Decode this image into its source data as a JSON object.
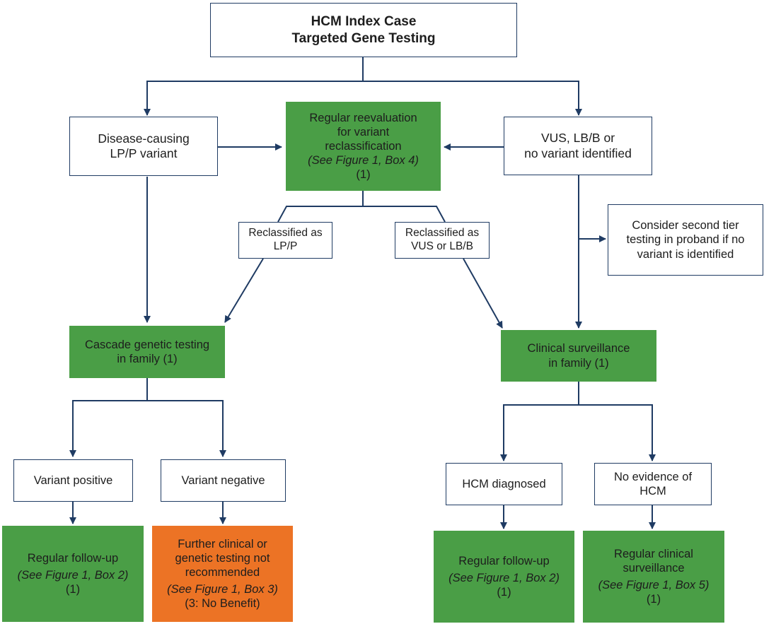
{
  "colors": {
    "green_box": "#4a9e46",
    "orange_box": "#ec7325",
    "connector": "#1f3b63"
  },
  "boxes": {
    "index_case": {
      "line1": "HCM Index Case",
      "line2": "Targeted Gene Testing"
    },
    "disease_causing": {
      "line1": "Disease-causing",
      "line2": "LP/P variant"
    },
    "reevaluation": {
      "line1": "Regular reevaluation",
      "line2": "for variant",
      "line3": "reclassification",
      "ref": "(See Figure 1, Box 4)",
      "cor": "(1)"
    },
    "vus": {
      "line1": "VUS, LB/B or",
      "line2": "no variant identified"
    },
    "reclass_lpp": {
      "line1": "Reclassified as",
      "line2": "LP/P"
    },
    "reclass_vus": {
      "line1": "Reclassified as",
      "line2": "VUS or LB/B"
    },
    "second_tier": {
      "line1": "Consider second tier",
      "line2": "testing in proband if no",
      "line3": "variant is identified"
    },
    "cascade": {
      "line1": "Cascade genetic testing",
      "line2": "in family (1)"
    },
    "clinical_surveillance": {
      "line1": "Clinical surveillance",
      "line2": "in family (1)"
    },
    "variant_positive": {
      "line1": "Variant positive"
    },
    "variant_negative": {
      "line1": "Variant negative"
    },
    "hcm_diagnosed": {
      "line1": "HCM diagnosed"
    },
    "no_evidence": {
      "line1": "No evidence of",
      "line2": "HCM"
    },
    "followup_left": {
      "line1": "Regular follow-up",
      "ref": "(See Figure 1, Box 2)",
      "cor": "(1)"
    },
    "further_testing": {
      "line1": "Further clinical or",
      "line2": "genetic testing not",
      "line3": "recommended",
      "ref": "(See Figure 1, Box 3)",
      "cor": "(3: No Benefit)"
    },
    "followup_right": {
      "line1": "Regular follow-up",
      "ref": "(See Figure 1, Box 2)",
      "cor": "(1)"
    },
    "regular_clinical": {
      "line1": "Regular clinical",
      "line2": "surveillance",
      "ref": "(See Figure 1, Box 5)",
      "cor": "(1)"
    }
  }
}
